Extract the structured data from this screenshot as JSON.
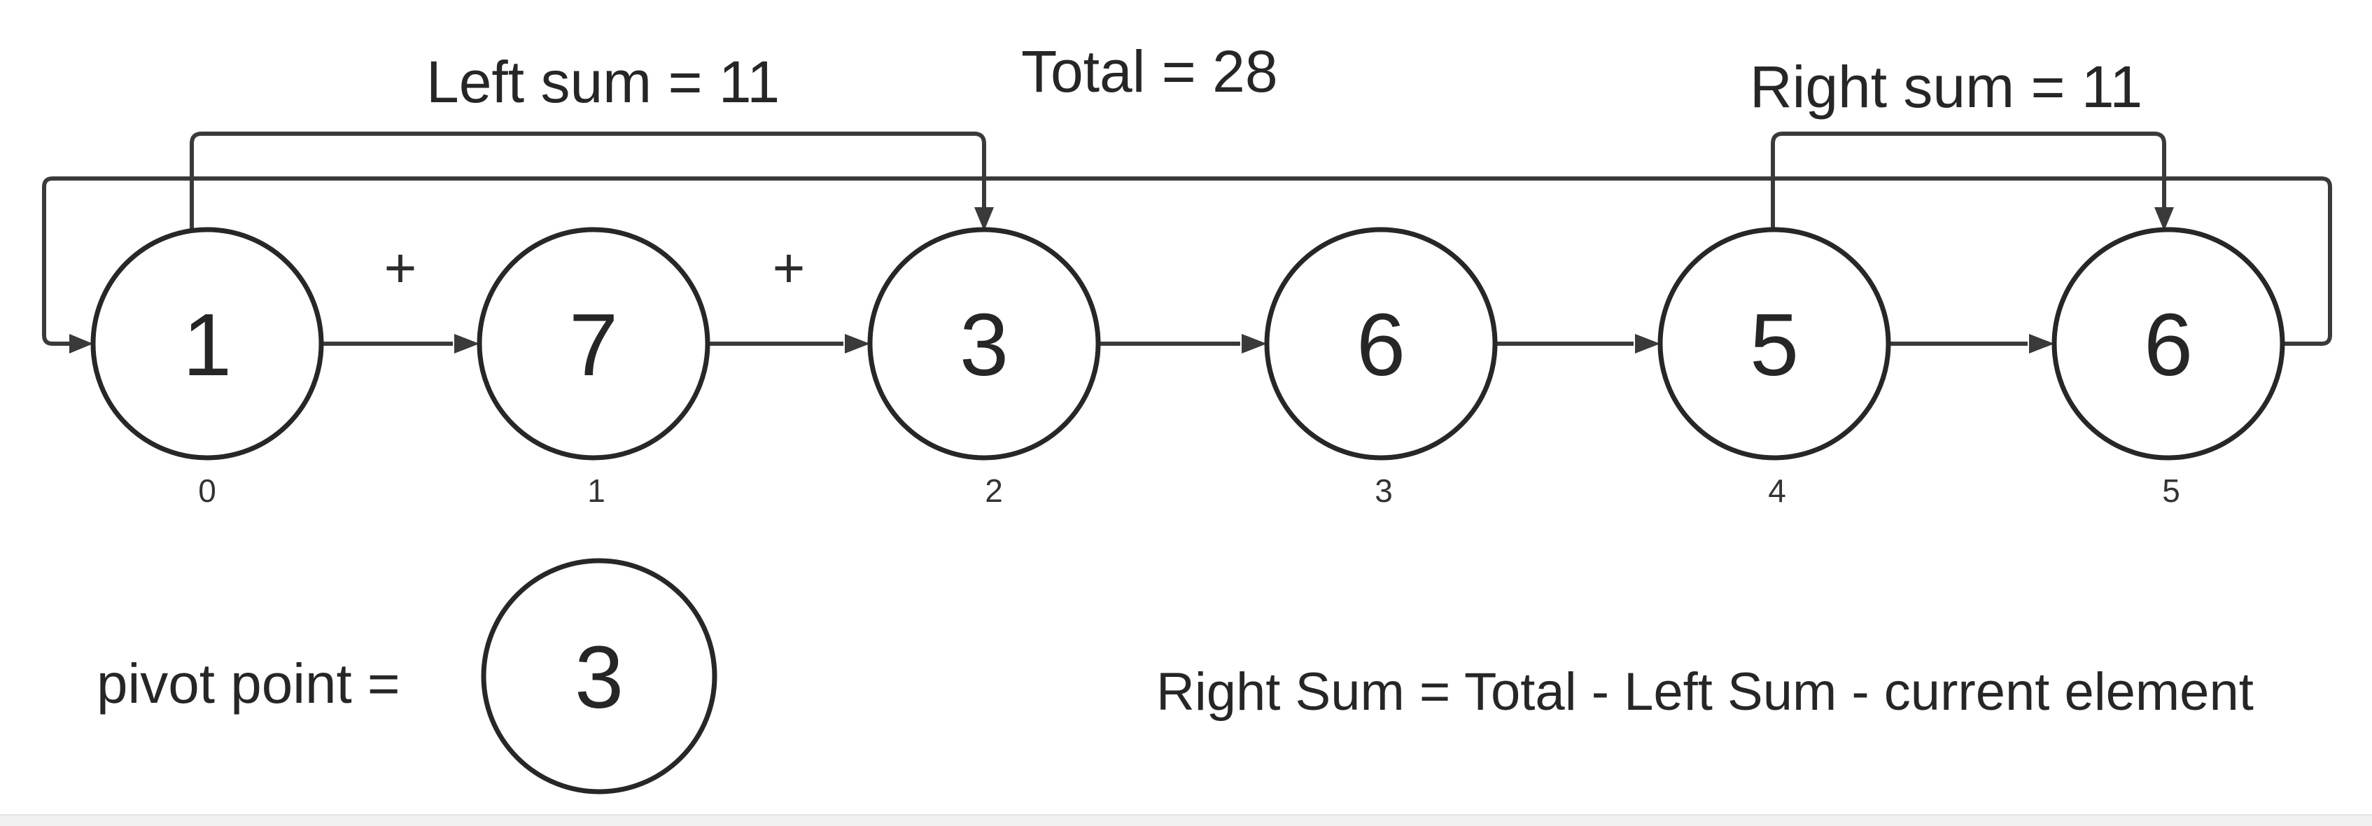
{
  "diagram": {
    "labels": {
      "left_sum": "Left sum = 11",
      "total": "Total = 28",
      "right_sum": "Right sum = 11"
    },
    "array": {
      "nodes": [
        {
          "value": "1",
          "index": "0"
        },
        {
          "value": "7",
          "index": "1"
        },
        {
          "value": "3",
          "index": "2"
        },
        {
          "value": "6",
          "index": "3"
        },
        {
          "value": "5",
          "index": "4"
        },
        {
          "value": "6",
          "index": "5"
        }
      ],
      "plus_signs": [
        "+",
        "+"
      ]
    },
    "pivot": {
      "label": "pivot point =",
      "value": "3"
    },
    "formula": "Right Sum = Total - Left Sum - current element",
    "colors": {
      "line": "#3a3a3a",
      "text": "#262626",
      "bottom_bar": "#f0f0f1"
    }
  }
}
